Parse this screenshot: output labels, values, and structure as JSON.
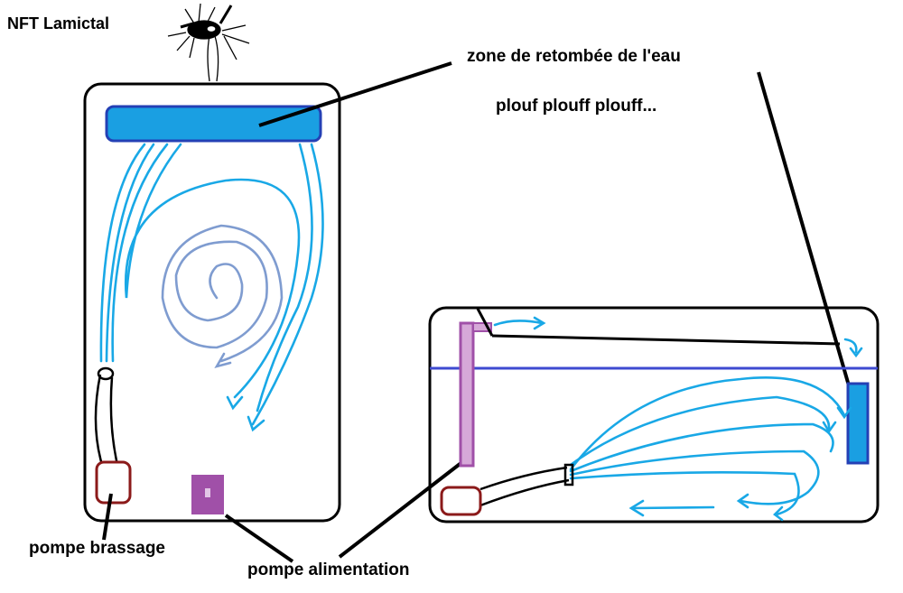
{
  "author": "NFT Lamictal",
  "labels": {
    "water_fall_zone": "zone de retombée de l'eau",
    "splash_sound": "plouf plouff plouff...",
    "circulation_pump": "pompe brassage",
    "feed_pump": "pompe alimentation"
  },
  "colors": {
    "outline": "#000000",
    "water_flow": "#19a8e6",
    "water_zone_fill": "#1a9fe2",
    "water_zone_stroke": "#2440b5",
    "water_line": "#3e4ad0",
    "feed_pump": "#a050a8",
    "feed_pipe_fill": "#d6a8d8",
    "circulation_pump": "#8b1a1a",
    "spiral": "#7f9cd0"
  },
  "icons": [
    "cat-icon"
  ]
}
